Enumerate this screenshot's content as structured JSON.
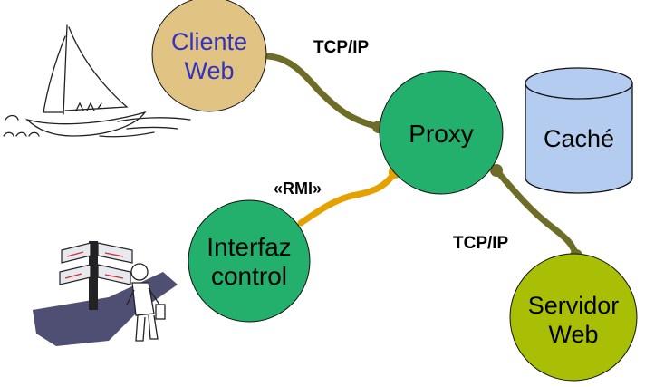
{
  "nodes": {
    "cliente_web": {
      "line1": "Cliente",
      "line2": "Web",
      "fill": "#e1c384",
      "text_color": "#3333bb"
    },
    "proxy": {
      "label": "Proxy",
      "fill": "#23b06c"
    },
    "interfaz_control": {
      "line1": "Interfaz",
      "line2": "control",
      "fill": "#23b06c"
    },
    "servidor_web": {
      "line1": "Servidor",
      "line2": "Web",
      "fill": "#a9bf06"
    },
    "cache": {
      "label": "Caché",
      "fill": "#b4ccef"
    }
  },
  "links": {
    "cliente_proxy": {
      "label": "TCP/IP",
      "color": "#6e6d28"
    },
    "interfaz_proxy": {
      "label": "«RMI»",
      "color": "#e5a100"
    },
    "proxy_servidor": {
      "label": "TCP/IP",
      "color": "#6e6d28"
    }
  },
  "clipart": {
    "sailboat": "sailboat-sketch",
    "signpost": "person-at-signpost"
  }
}
